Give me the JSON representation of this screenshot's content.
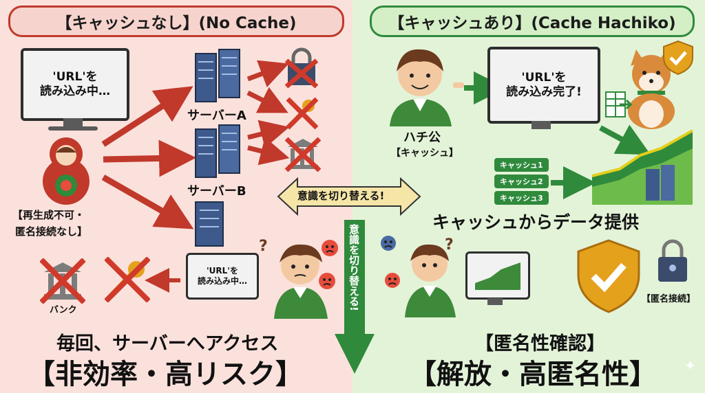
{
  "left": {
    "title": "【キャッシュなし】(No Cache)",
    "monitor_top_text": "'URL'を\n読み込み中…",
    "server_a_label": "サーバーA",
    "server_b_label": "サーバーB",
    "doll_caption_line1": "【再生成不可・",
    "doll_caption_line2": "匿名接続なし】",
    "monitor_bottom_text": "'URL'を\n読み込み中…",
    "bank_label": "バンク",
    "footer_line1": "毎回、サーバーへアクセス",
    "footer_line2": "【非効率・高リスク】"
  },
  "center": {
    "switch_arrow_label": "意識を切り替える!",
    "vertical_arrow_label": "意識を切り替える!"
  },
  "right": {
    "title": "【キャッシュあり】(Cache Hachiko)",
    "monitor_text": "'URL'を\n読み込み完了!",
    "boy_name": "ハチ公",
    "boy_caption": "【キャッシュ】",
    "cache_tags": [
      "キャッシュ1",
      "キャッシュ2",
      "キャッシュ3"
    ],
    "provide_label": "キャッシュからデータ提供",
    "anon_connect_label": "【匿名接続】",
    "footer_line1": "【匿名性確認】",
    "footer_line2": "【解放・高匿名性】"
  },
  "colors": {
    "left_bg": "#fbe1dc",
    "right_bg": "#e3f3d8",
    "red_arrow": "#c0392b",
    "green_arrow": "#2f8a3c",
    "server_blue": "#3e5a8c",
    "shield_gold": "#e4a11b"
  }
}
